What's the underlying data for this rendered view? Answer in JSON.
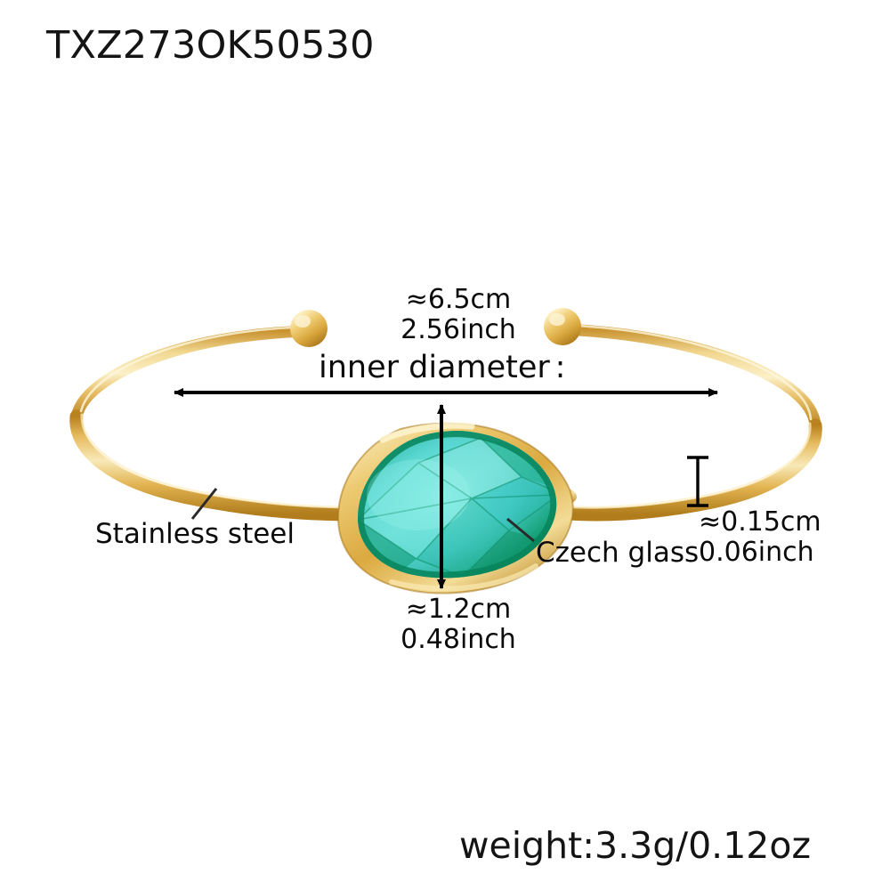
{
  "product": {
    "sku": "TXZ273OK50530",
    "weight_label": "weight:3.3g/0.12oz"
  },
  "annotations": {
    "inner_diameter_title": "inner diameter :",
    "inner_diameter_cm": "≈6.5cm",
    "inner_diameter_inch": "2.56inch",
    "stone_height_cm": "≈1.2cm",
    "stone_height_inch": "0.48inch",
    "band_thickness_cm": "≈0.15cm",
    "band_thickness_inch": "0.06inch",
    "material_band": "Stainless steel",
    "material_stone": "Czech glass"
  },
  "colors": {
    "gold_light": "#f7dd9b",
    "gold_mid": "#e3b555",
    "gold_deep": "#c28f2e",
    "gold_highlight": "#fdf3d4",
    "stone_light": "#6fe0da",
    "stone_mid": "#3fc9c4",
    "stone_deep": "#0f9a74",
    "stone_edge": "#088a5c",
    "line": "#000000",
    "background": "#ffffff"
  },
  "icons": {
    "arrow_horizontal": "double-headed-arrow",
    "arrow_vertical": "double-headed-arrow",
    "thickness_caliper": "caliper-bar"
  }
}
